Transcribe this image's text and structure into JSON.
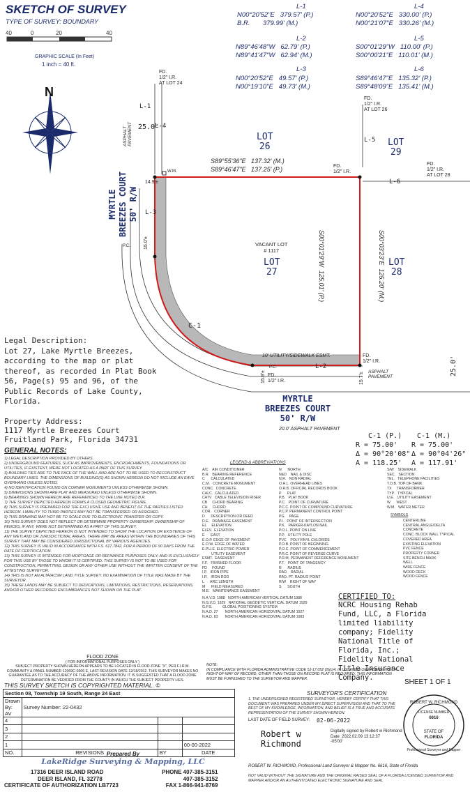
{
  "header": {
    "title": "SKETCH OF SURVEY",
    "type_of_survey": "TYPE OF SURVEY: BOUNDARY",
    "scale_ticks": [
      "40",
      "0",
      "20",
      "40"
    ],
    "graphic_scale": "GRAPHIC SCALE (In Feet)",
    "scale_ratio": "1 inch = 40 ft."
  },
  "line_table": [
    {
      "id": "L-1",
      "p": "N00°20'52\"E   379.57' (P.)",
      "m": "B.R.       379.99' (M.)"
    },
    {
      "id": "L-2",
      "p": "N89°46'48\"W   62.79' (P.)",
      "m": "N89°41'47\"W   62.94' (M.)"
    },
    {
      "id": "L-3",
      "p": "N00°20'52\"E   49.57' (P.)",
      "m": "N00°19'10\"E   49.73' (M.)"
    },
    {
      "id": "L-4",
      "p": "N00°20'52\"E   330.00' (P.)",
      "m": "N00°21'07\"E   330.26' (M.)"
    },
    {
      "id": "L-5",
      "p": "S00°01'29\"W   110.00' (P.)",
      "m": "S00°00'21\"E   110.01' (M.)"
    },
    {
      "id": "L-6",
      "p": "S89°46'47\"E   135.32' (P.)",
      "m": "S89°48'09\"E   135.41' (M.)"
    }
  ],
  "plat": {
    "north": "N",
    "lot26": "LOT\n26",
    "lot29": "LOT\n29",
    "lot27": "LOT\n27",
    "lot28": "LOT\n28",
    "vacant": "VACANT LOT\n# 1117",
    "top_bearing_m": "S89°55'36\"E   137.32' (M.)",
    "top_bearing_p": "S89°46'47\"E   137.25' (P.)",
    "right_bearing": "S00°01'29\"W  125.01' (P.)",
    "right_bearing_m": "S00°03'23\"E  125.20' (M.)",
    "street1": "MYRTLE\nBREEZES COURT\n50' R/W",
    "street2": "MYRTLE\nBREEZES COURT\n50' R/W",
    "pavement": "20.0' ASPHALT PAVEMENT",
    "asphalt": "ASPHALT\nPAVEMENT",
    "utility_esmt": "10' UTILITY/SIDEWALK ESMT.",
    "fd_lot24": "FD.\n1/2\" I.R.\nAT LOT 24",
    "fd_lot26": "FD.\n1/2\" I.R.\nAT LOT 26",
    "fd_lot28": "FD.\n1/2\" I.R.\nAT LOT 28",
    "fd_ir": "FD.\n1/2\" I.R.",
    "curve_label": "C-1",
    "dim_25": "25.0'",
    "dim_149": "14.9'±",
    "dim_150": "15.0'±",
    "dim_158": "15.8'±",
    "dim_157": "15.7'±",
    "wm": "W.M.",
    "pc": "P.C."
  },
  "curve_table": {
    "p_head": "C-1 (P.)",
    "p_r": "R = 75.00'",
    "p_d": "Δ = 90°20'08\"",
    "p_a": "A = 118.25'",
    "m_head": "C-1 (M.)",
    "m_r": "R = 75.00'",
    "m_d": "Δ = 90°04'26\"",
    "m_a": "A = 117.91'"
  },
  "legal": {
    "text": "Legal Description:\nLot 27, Lake Myrtle Breezes, according to the map or plat thereof, as recorded in Plat Book 56, Page(s) 95 and 96, of the Public Records of Lake County, Florida.",
    "address": "Property Address:\n1117 Myrtle Breezes Court\nFruitland Park, Florida 34731"
  },
  "general_notes": {
    "title": "GENERAL NOTES:",
    "items": [
      "1) LEGAL DESCRIPTION PROVIDED BY OTHERS.",
      "2) UNDERGROUND FEATURES, SUCH AS IMPROVEMENTS, ENCROACHMENTS, FOUNDATIONS OR UTILITIES, IF EXISTENT, WERE NOT LOCATED AS A PART OF THIS SURVEY.",
      "3) BUILDING TIES ARE TO THE FACE OF THE WALL AND ARE NOT TO BE USED TO RECONSTRUCT BOUNDARY LINES. THE DIMENSIONS OF BUILDING(S) AS SHOWN HEREON DO NOT INCLUDE AN EAVE OVERHANG UNLESS NOTED.",
      "4) NO IDENTIFICATION FOUND ON CORNER MONUMENTS UNLESS OTHERWISE SHOWN.",
      "5) DIMENSIONS SHOWN ARE PLAT AND MEASURED UNLESS OTHERWISE SHOWN.",
      "6) BEARINGS SHOWN HEREON ARE REFERENCED TO THE LINE NOTED B.R.",
      "7) THE SURVEY DEPICTED HEREON FORMS A CLOSED GEOMETRIC FIGURE.",
      "8) THIS SURVEY IS PREPARED FOR THE EXCLUSIVE USE AND BENEFIT OF THE PARTIES LISTED HEREON. LIABILITY TO THIRD PARTIES MAY NOT BE TRANSFERRED OR ASSIGNED.",
      "9) THIS DRAWING MAY NOT BE TO SCALE DUE TO ELECTRONIC TRANSFER OR COPY.",
      "10) THIS SURVEY DOES NOT REFLECT OR DETERMINE PROPERTY OWNERSHIP. OWNERSHIP OF FENCES, IF ANY, WERE NOT DETERMINED AS A PART OF THIS SURVEY.",
      "11) THE SURVEY DEPICTED HEREON IS NOT INTENDED TO SHOW THE LOCATION OR EXISTENCE OF ANY WETLAND OR JURISDICTIONAL AREAS. THERE MAY BE AREAS WITHIN THE BOUNDARIES OF THIS SURVEY THAT MAY BE CONSIDERED JURISDICTIONAL BY VARIOUS AGENCIES.",
      "12) THIS SURVEY IS VALID IN ACCORDANCE WITH F.S. 627.7842, FOR A PERIOD OF 90 DAYS FROM THE DATE OF CERTIFICATION.",
      "13) THIS SURVEY IS INTENDED FOR MORTGAGE OR REFINANCE PURPOSES ONLY, AND IS EXCLUSIVELY FOR THIS USE BY THOSE TO WHOM IT IS CERTIFIED. THIS SURVEY IS NOT TO BE USED FOR CONSTRUCTION, PERMITTING, DESIGN OR ANY OTHER USE WITHOUT THE WRITTEN CONSENT OF THE ATTESTING SURVEYOR.",
      "14) THIS IS NOT AN ALTA/ACSM LAND TITLE SURVEY. NO EXAMINATION OF TITLE WAS MADE BY THE SURVEYOR.",
      "15) THESE LANDS MAY BE SUBJECT TO DEDICATIONS, LIMITATIONS, RESTRICTIONS, RESERVATIONS, AND/OR OTHER RECORDED ENCUMBRANCES NOT SHOWN ON THE PLAT."
    ]
  },
  "legend": {
    "title": "LEGEND & ABBREVIATIONS",
    "col1": "A/C    AIR CONDITIONER\nB.R.   BEARING REFERENCE\nC      CALCULATED\nC.M.   CONCRETE MONUMENT\nCONC.  CONCRETE\nCALC.  CALCULATED\nCATV   CABLE TELEVISION RISER\nCB     CHORD BEARING\nCH     CHORD\nCOR.   CORNER\nD      DESCRIPTION OR DEED\nD.E.   DRAINAGE EASEMENT\nEL     ELEVATION\nELEV.  ELEVATION\nE      EAST\nE.O.P. EDGE OF PAVEMENT\nE.O.W. EDGE OF WATER\nE.P.U.E. ELECTRIC POWER\n         UTILITY EASEMENT\nESMT.  EASEMENT\nF.F.   FINISHED FLOOR\nFD     FOUND\nI.P.   IRON PIPE\nI.R.   IRON ROD\nL      ARC LENGTH\nM      FIELD MEASURED\nM.E.   MAINTENANCE EASEMENT",
    "col2": "N      NORTH\nN&D    NAIL & DISC\nN.R.   NON RADIAL\nO.H.L. OVERHEAD LINES\nO.R.B. OFFICIAL RECORDS BOOK\nP      PLAT\nP.B.   PLAT BOOK\nP.C.   POINT OF CURVATURE\nP.C.C. POINT OF COMPOUND CURVATURE\nP.C.P. PERMANENT CONTROL POINT\nPG.    PAGE\nP.I.   POINT OF INTERSECTION\nP.K.   PARKER-KAYLON NAIL\nP.O.L. POINT ON LINE\nP.P.   UTILITY POLE\nPVC    POLYVINYL CHLORIDE\nP.O.B. POINT OF BEGINNING\nP.O.C. POINT OF COMMENCEMENT\nP.R.C. POINT OF REVERSE CURVE\nP.R.M. PERMANENT REFERENCE MONUMENT\nP.T.   POINT OF TANGENCY\nR      RADIUS\nRAD.   RADIAL\nRAD. PT. RADIUS POINT\nR/W    RIGHT OF WAY\nS      SOUTH",
    "col3": "S/W    SIDEWALK\nSEC.   SECTION\nTEL.   TELEPHONE FACILITIES\nT.O.B. TOP OF BANK\nTX     TRANSFORMER\nTYP.   TYPICAL\nU.E.   UTILITY EASEMENT\nW      WEST\nW.M.   WATER METER",
    "symbols_title": "SYMBOLS",
    "symbols": "CENTERLINE\nCENTRAL ANGLE/DELTA\nCONCRETE\nCONC. BLOCK WALL TYPICAL\nCOVERED AREA\nEXISTING ELEVATION\nPVC FENCE\nPROPERTY CORNER\nSITE BENCH MARK\nWELL\nWIRE FENCE\nWOOD DECK\nWOOD FENCE",
    "datum": "N.A.V.D. 1988   NORTH AMERICAN VERTICAL DATUM 1988\nN.G.V.D. 1929   NATIONAL GEODETIC VERTICAL DATUM 1929\nG.P.S.          GLOBAL POSITIONING SYSTEM\nN.A.D. 27       NORTH AMERICAN HORIZONTAL DATUM 1927\nN.A.D. 83       NORTH AMERICAN HORIZONTAL DATUM 1983"
  },
  "certified": {
    "title": "CERTIFIED TO:",
    "body": "NCRC Housing Rehab Fund, LLC, a Florida limited liability company; Fidelity National Title of Florida, Inc.; Fidelity National Title Insurance Company."
  },
  "flood": {
    "title": "FLOOD ZONE",
    "sub": "( FOR INFORMATIONAL PURPOSES ONLY )",
    "body": "SUBJECT PROPERTY SHOWN HEREON APPEARS TO BE LOCATED IN FLOOD ZONE \"X\", PER F.I.R.M. COMMUNITY & PANEL NUMBER 12069C-0306 E, LAST REVISION DATE 12/18/2012. THIS SURVEYOR MAKES NO GUARANTEE AS TO THE ACCURACY OF THE ABOVE INFORMATION. IT IS SUGGESTED THAT A FLOOD ZONE DETERMINATION BE VERIFIED FROM THE COUNTY IN WHICH THE SUBJECT PROPERTY LIES."
  },
  "copyright": "THIS SURVEY SKETCH IS COPYRIGHTED MATERIAL. ©",
  "note2": "NOTE:\nIN COMPLIANCE WITH FLORIDA ADMINISTRATIVE CODE 5J-17.052 (2)(c)4, IF LOCATION OF EASEMENTS OR RIGHT-OF-WAY OF RECORD, OTHER THAN THOSE ON RECORD PLAT IS REQUIRED, THIS INFORMATION MUST BE FURNISHED TO THE SURVEYOR AND MAPPER.",
  "sheet": "SHEET 1 OF 1",
  "revisions": {
    "section": "Section 08, Township 19 South, Range 24 East",
    "drawn_by": "Drawn By: AV",
    "survey_number_label": "Survey Number:",
    "survey_number": "22-0432",
    "rows": [
      "4",
      "3",
      "2",
      "1"
    ],
    "date1": "00-00-2022",
    "no": "NO.",
    "revisions": "REVISIONS",
    "by": "BY",
    "date": "DATE"
  },
  "surveyor": {
    "title": "SURVEYOR'S CERTIFICATION",
    "body": "1. THE UNDERSIGNED REGISTERED SURVEYOR, HEREBY CERTIFY THAT THIS DOCUMENT WAS PREPARED UNDER MY DIRECT SUPERVISION AND THAT TO THE BEST OF MY KNOWLEDGE, INFORMATION, AND BELIEF IS A TRUE AND ACCURATE REPRESENTATION OF THE SURVEY SHOWN HEREON.",
    "last_date_label": "LAST DATE OF FIELD SURVEY:",
    "last_date": "02-06-2022",
    "sig_name": "Robert w\nRichmond",
    "digital": "Digitally signed by Robert w Richmond\nDate: 2022.02.09 13:12:37\n-05'00'",
    "line": "ROBERT W. RICHMOND, Professional Land Surveyor & Mapper No. 6616, State of Florida",
    "not_valid": "NOT VALID WITHOUT THE SIGNATURE AND THE ORIGINAL RAISED SEAL OF A FLORIDA LICENSED SURVEYOR AND MAPPER AND/OR AN AUTHENTICATED ELECTRONIC SIGNATURE AND SEAL",
    "seal_name": "ROBERT W. RICHMOND",
    "seal_lic": "LICENSE NUMBER",
    "seal_no": "6616",
    "seal_state": "STATE OF\nFLORIDA",
    "seal_bottom": "Professional Surveyor and Mapper"
  },
  "prepared": {
    "by": "Prepared By",
    "company": "LakeRidge Surveying & Mapping, LLC",
    "addr1": "17316 DEER ISLAND ROAD",
    "addr2": "DEER ISLAND, FL 32778",
    "cert": "CERTIFICATE OF AUTHORIZATION LB7723",
    "phone1": "PHONE 407-385-3151",
    "phone2": "407-385-3152",
    "fax": "FAX 1-866-941-8769"
  },
  "colors": {
    "ink": "#1b2a6b",
    "boundary": "#d11a1a",
    "easement": "#b8b8b8"
  }
}
